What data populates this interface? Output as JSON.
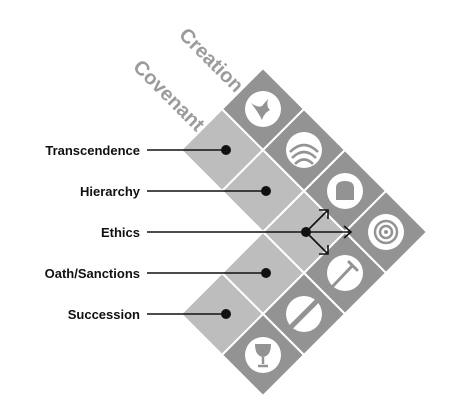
{
  "diagram": {
    "arc_labels": {
      "outer": "Creation",
      "inner": "Covenant"
    },
    "rows": [
      {
        "label": "Transcendence"
      },
      {
        "label": "Hierarchy"
      },
      {
        "label": "Ethics"
      },
      {
        "label": "Oath/Sanctions"
      },
      {
        "label": "Succession"
      }
    ],
    "icons": [
      "bird",
      "waters",
      "bread",
      "spiral",
      "horn",
      "sword",
      "cup"
    ],
    "colors": {
      "inner_squares": "#bdbdbd",
      "outer_squares": "#939393",
      "icon_disc": "#ffffff",
      "arc_text": "#9b9b9b",
      "line": "#111111"
    }
  }
}
